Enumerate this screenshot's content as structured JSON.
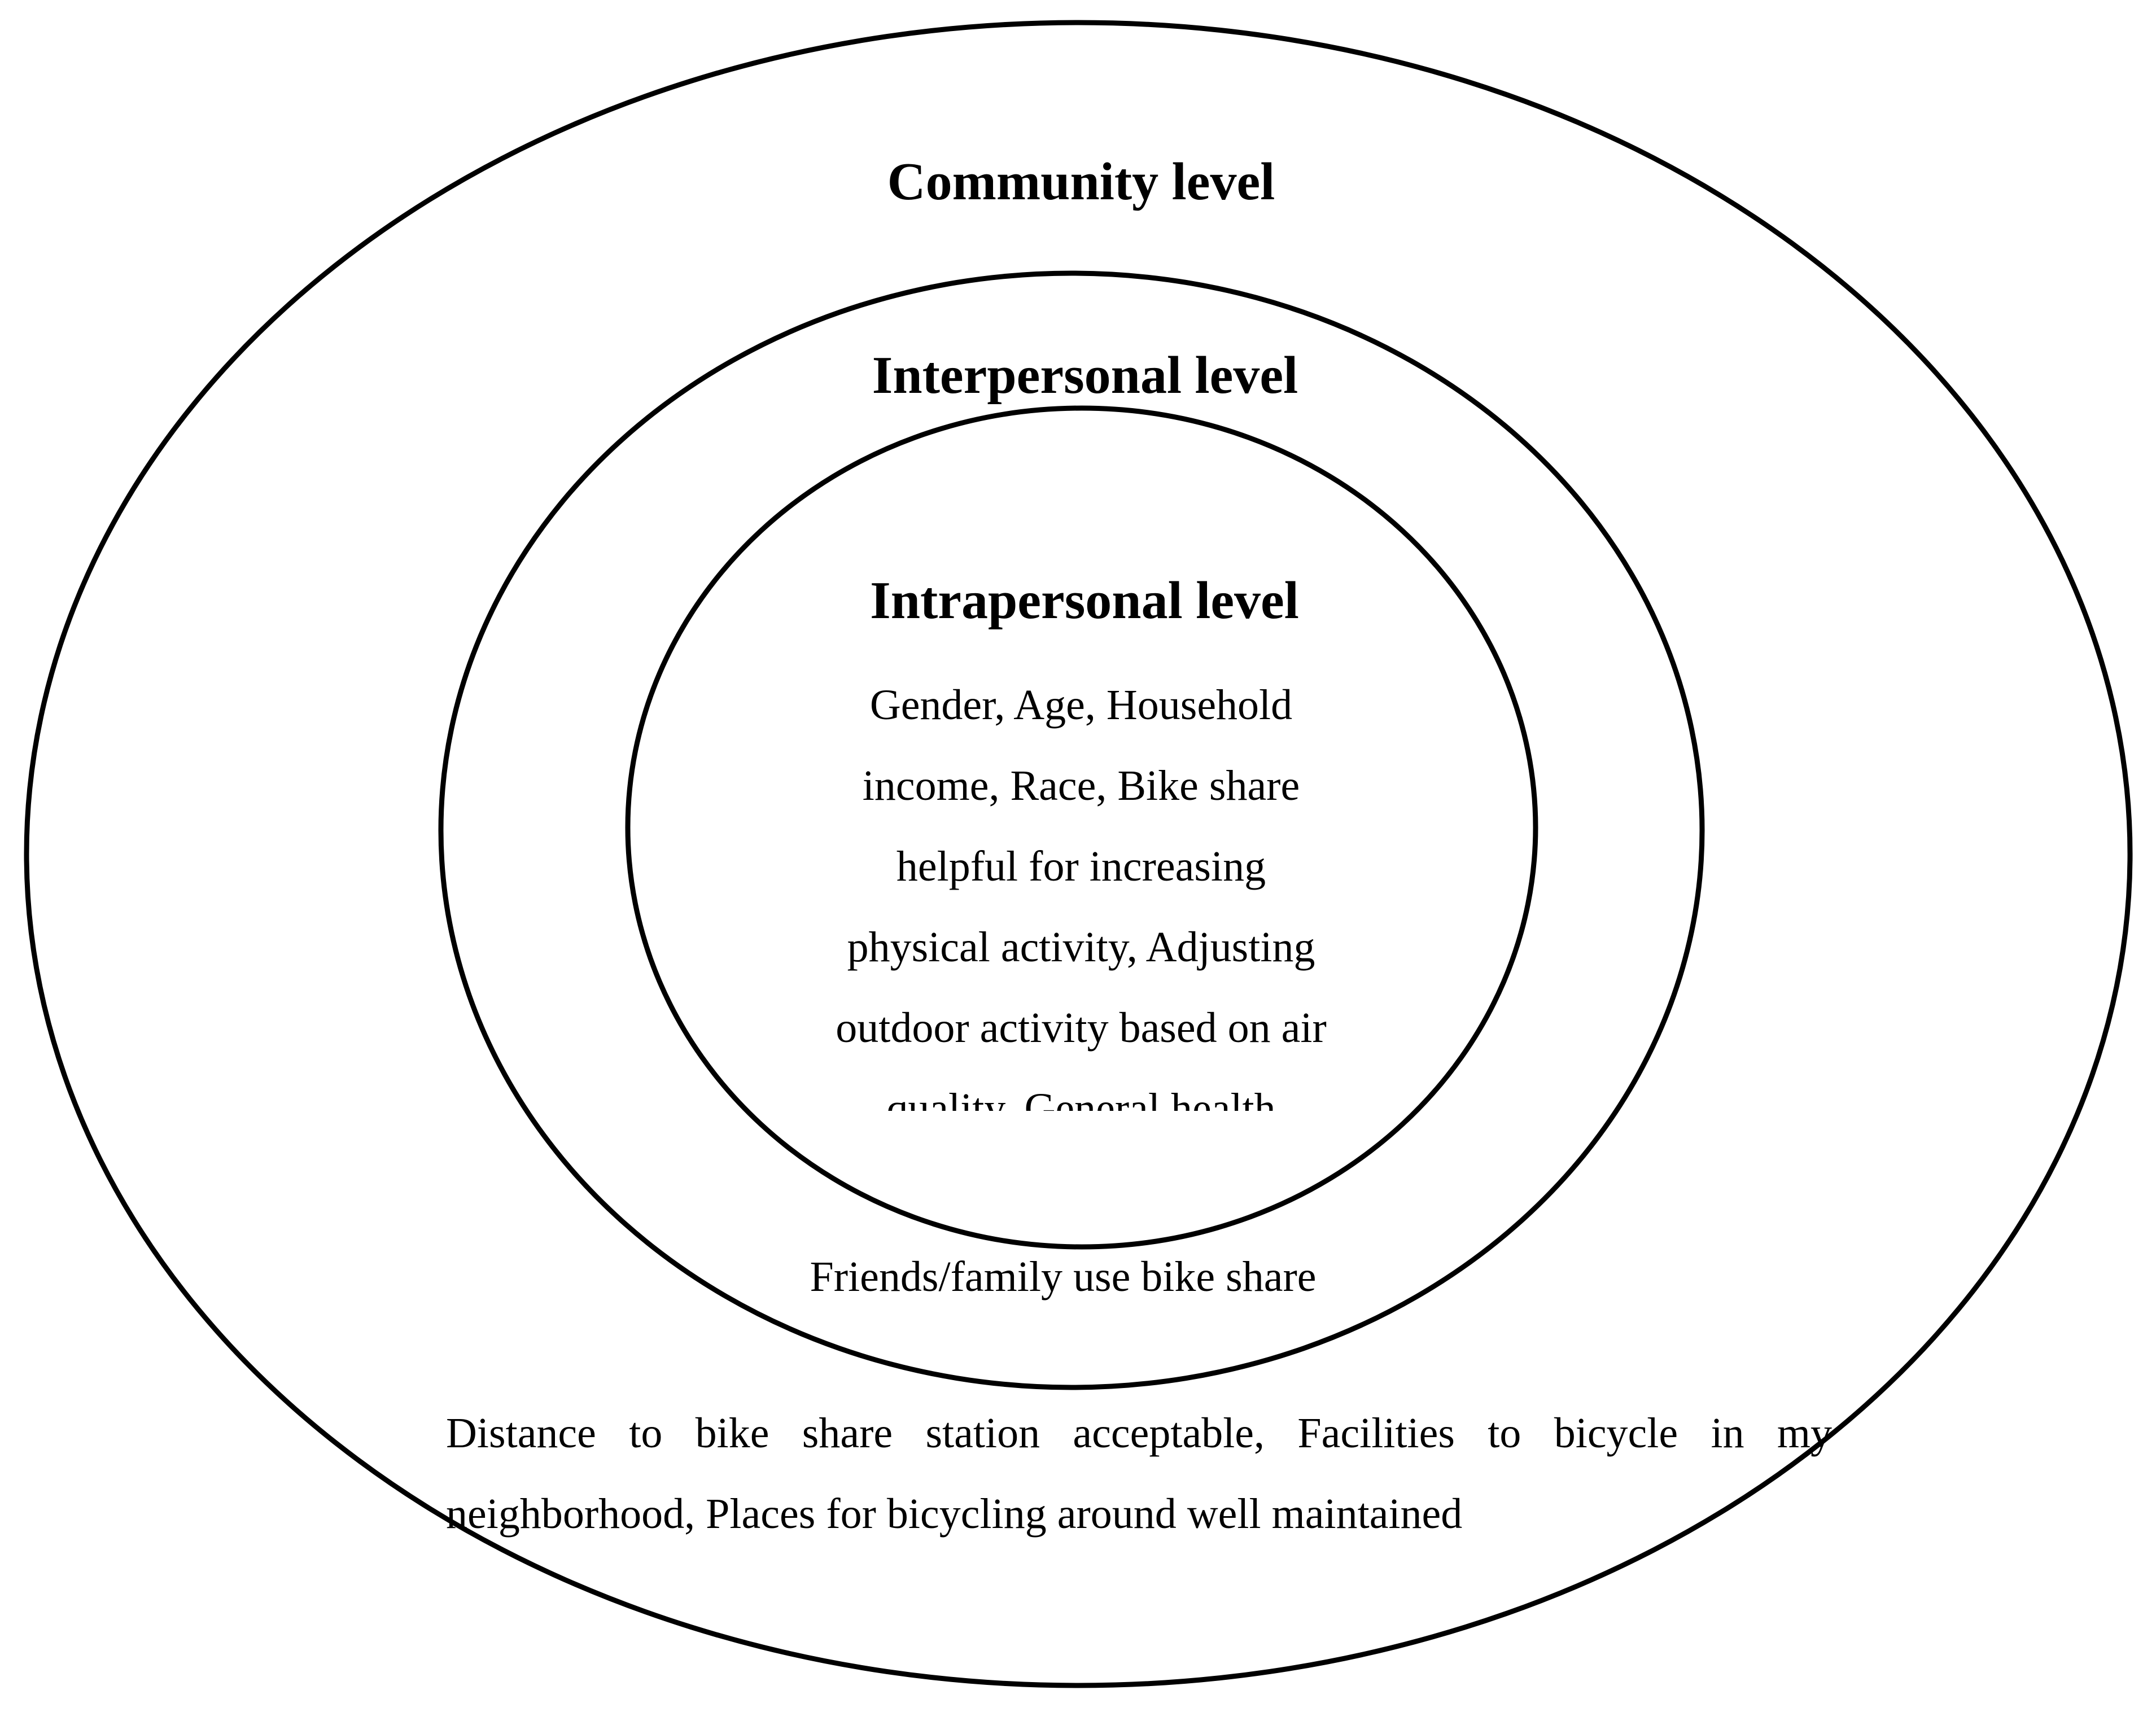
{
  "diagram": {
    "community": {
      "title": "Community level",
      "factors": [
        "Distance to bike share station acceptable, Facilities to bicycle in my",
        "neighborhood, Places for bicycling around well maintained"
      ]
    },
    "interpersonal": {
      "title": "Interpersonal level",
      "factors": "Friends/family use bike share"
    },
    "intrapersonal": {
      "title": "Intrapersonal level",
      "factors": [
        "Gender, Age, Household",
        "income, Race, Bike share",
        "helpful for increasing",
        "physical activity, Adjusting",
        "outdoor activity based on air",
        "quality, General health"
      ]
    }
  },
  "colors": {
    "stroke": "#000000",
    "background": "#ffffff"
  }
}
